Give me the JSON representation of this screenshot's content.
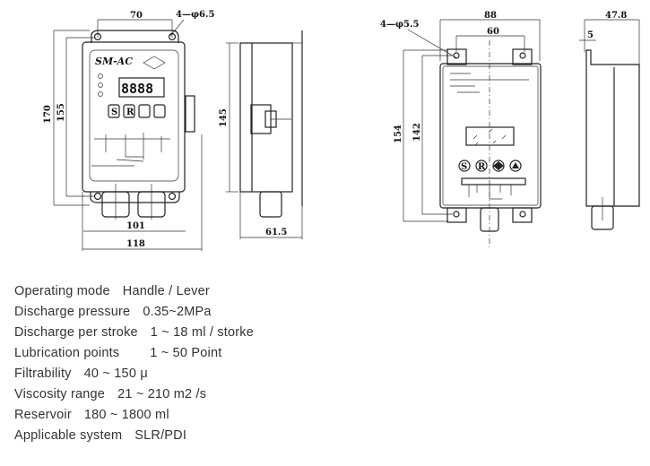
{
  "drawing_left": {
    "model_label": "SM-AC",
    "display_digits": "8888",
    "buttons": [
      "S",
      "R"
    ],
    "dimensions": {
      "hole_spacing": "70",
      "holes": "4—φ6.5",
      "height_total": "170",
      "height_holes": "155",
      "width_inner": "101",
      "width_total": "118",
      "side_height": "145",
      "side_depth": "61.5"
    }
  },
  "drawing_right": {
    "buttons": [
      "S",
      "R"
    ],
    "dimensions": {
      "width_total": "88",
      "hole_spacing": "60",
      "holes": "4—φ5.5",
      "height_total": "154",
      "height_holes": "142",
      "side_depth": "47.8",
      "flange": "5"
    }
  },
  "specs": [
    {
      "label": "Operating mode",
      "value": "Handle / Lever"
    },
    {
      "label": "Discharge pressure",
      "value": "0.35~2MPa"
    },
    {
      "label": "Discharge per stroke",
      "value": "1 ~ 18 ml / storke"
    },
    {
      "label": "Lubrication points",
      "value": "1 ~ 50 Point"
    },
    {
      "label": "Filtrability",
      "value": "40 ~ 150 μ"
    },
    {
      "label": "Viscosity range",
      "value": "21 ~ 210 m2 /s"
    },
    {
      "label": "Reservoir",
      "value": "180 ~ 1800 ml"
    },
    {
      "label": "Applicable system",
      "value": "SLR/PDI"
    }
  ]
}
